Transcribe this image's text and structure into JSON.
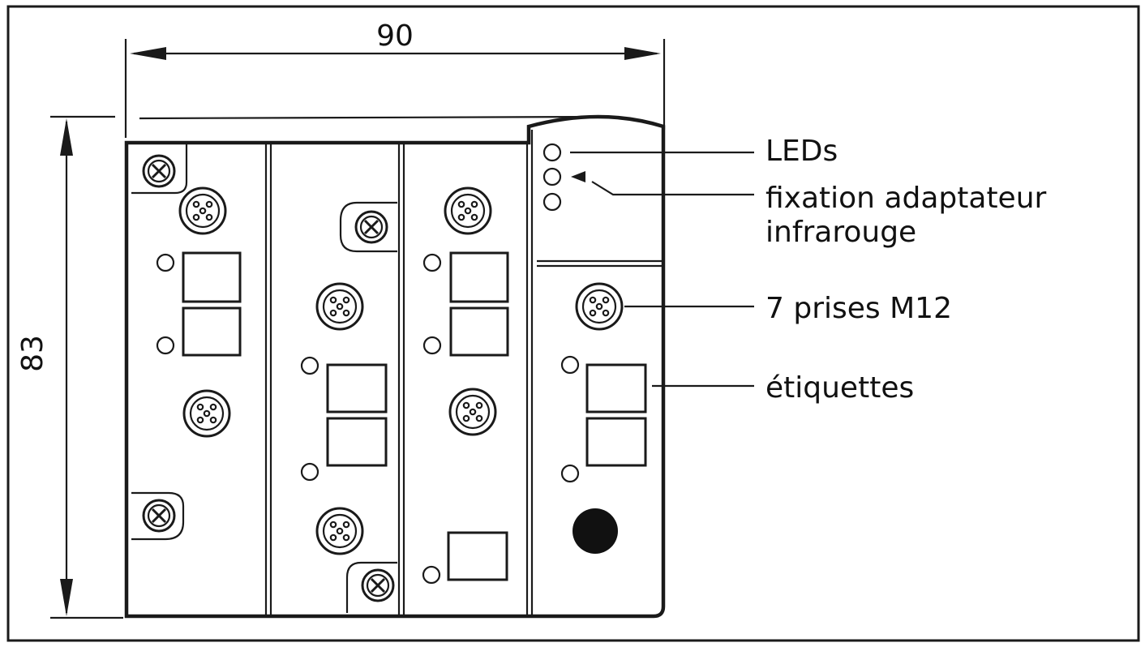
{
  "dimensions": {
    "width": "90",
    "height": "83"
  },
  "callouts": {
    "leds": "LEDs",
    "ir_adapter_line1": "fixation adaptateur",
    "ir_adapter_line2": "infrarouge",
    "m12_sockets": "7 prises M12",
    "labels": "étiquettes"
  },
  "colors": {
    "line": "#1a1a1a",
    "background": "#ffffff"
  }
}
